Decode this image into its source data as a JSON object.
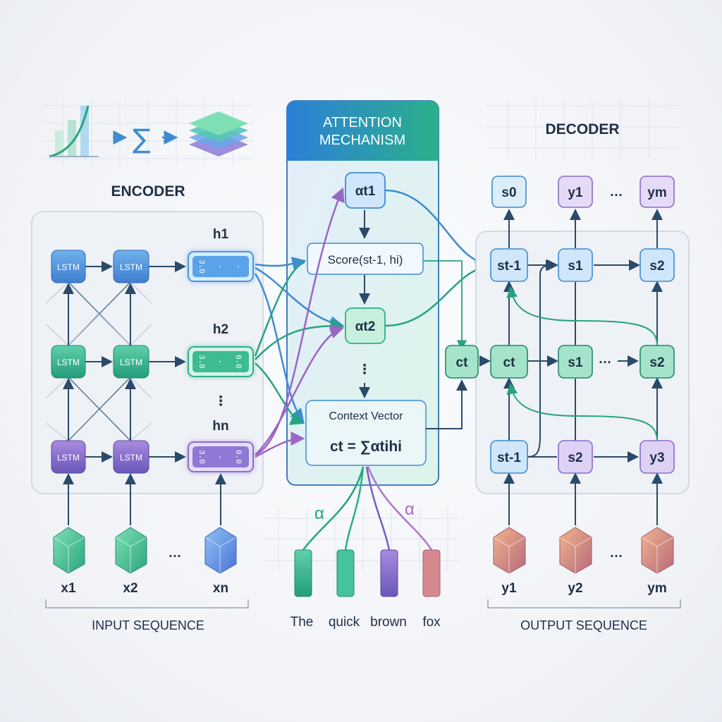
{
  "encoder": {
    "title": "ENCODER",
    "lstm_label": "LSTM",
    "hidden_labels": [
      "h1",
      "h2",
      "hn"
    ],
    "hidden_values": [
      "3.0",
      "-",
      "-",
      "3.0",
      "-",
      "0.0",
      "3.0",
      "-",
      "0.0"
    ],
    "inputs": [
      "x1",
      "x2",
      "xn"
    ],
    "ellipsis": "…",
    "vdots": "⋮",
    "caption": "INPUT SEQUENCE"
  },
  "attention": {
    "title_line1": "ATTENTION",
    "title_line2": "MECHANISM",
    "alpha_t1": "αt1",
    "alpha_t2": "αt2",
    "score": "Score(st-1, hi)",
    "context_title": "Context Vector",
    "context_formula": "ct = ∑αtihi",
    "vdots": "⋮",
    "alpha_labels": [
      "α",
      "α"
    ],
    "tokens": [
      "The",
      "quick",
      "brown",
      "fox"
    ]
  },
  "decoder": {
    "title": "DECODER",
    "top_row": [
      "s0",
      "y1",
      "…",
      "ym"
    ],
    "row1": [
      "st-1",
      "s1",
      "s2"
    ],
    "row2": [
      "ct",
      "ct",
      "s1",
      "…",
      "s2"
    ],
    "row3": [
      "st-1",
      "s2",
      "y3"
    ],
    "outputs": [
      "y1",
      "y2",
      "ym"
    ],
    "ellipsis": "…",
    "caption": "OUTPUT SEQUENCE"
  },
  "colors": {
    "blue": "#4a8fd8",
    "green": "#2fae8a",
    "purple": "#8b6cc8",
    "orange": "#d9855f",
    "header": "#2a8fd6"
  }
}
